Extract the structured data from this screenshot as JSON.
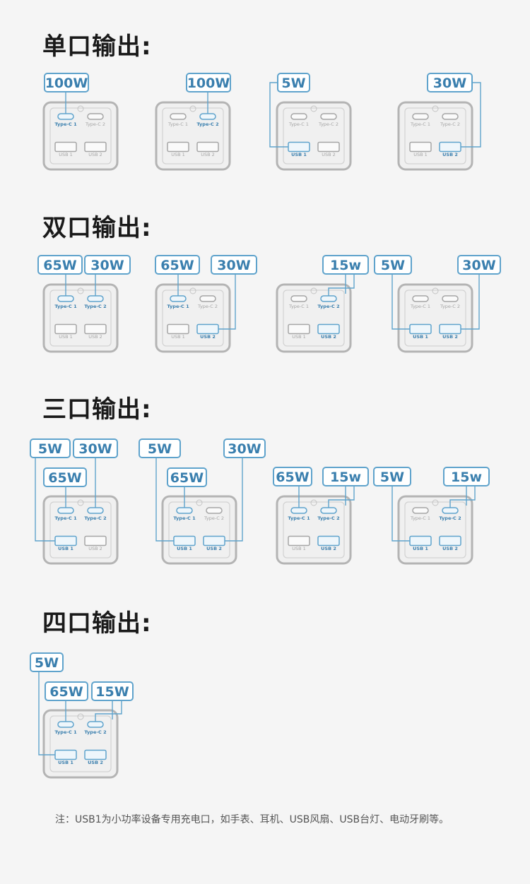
{
  "sections": [
    {
      "title": "单口输出:",
      "diagrams": [
        {
          "badges": [
            "100W"
          ],
          "active": [
            "c1"
          ]
        },
        {
          "badges": [
            "100W"
          ],
          "active": [
            "c2"
          ]
        },
        {
          "badges": [
            "5W"
          ],
          "active": [
            "u1"
          ]
        },
        {
          "badges": [
            "30W"
          ],
          "active": [
            "u2"
          ]
        }
      ]
    },
    {
      "title": "双口输出:",
      "diagrams": [
        {
          "badges": [
            "65W",
            "30W"
          ],
          "active": [
            "c1",
            "c2"
          ]
        },
        {
          "badges": [
            "65W",
            "30W"
          ],
          "active": [
            "c1",
            "u2"
          ]
        },
        {
          "badges": [
            "15w"
          ],
          "active": [
            "c2",
            "u2"
          ]
        },
        {
          "badges": [
            "5W",
            "30W"
          ],
          "active": [
            "u1",
            "u2"
          ]
        }
      ]
    },
    {
      "title": "三口输出:",
      "diagrams": [
        {
          "badges": [
            "5W",
            "30W",
            "65W"
          ],
          "active": [
            "u1",
            "c2",
            "c1"
          ]
        },
        {
          "badges": [
            "5W",
            "30W",
            "65W"
          ],
          "active": [
            "u1",
            "u2",
            "c1"
          ]
        },
        {
          "badges": [
            "65W",
            "15w"
          ],
          "active": [
            "c1",
            "c2",
            "u2"
          ]
        },
        {
          "badges": [
            "5W",
            "15w"
          ],
          "active": [
            "u1",
            "c2",
            "u2"
          ]
        }
      ]
    },
    {
      "title": "四口输出:",
      "diagrams": [
        {
          "badges": [
            "5W",
            "65W",
            "15W"
          ],
          "active": [
            "u1",
            "c1",
            "c2",
            "u2"
          ]
        }
      ]
    }
  ],
  "port_labels": {
    "c1": "Type-C 1",
    "c2": "Type-C 2",
    "u1": "USB 1",
    "u2": "USB 2"
  },
  "colors": {
    "accent": "#5fa3cc",
    "active_text": "#3a7fae",
    "frame": "#b4b4b4",
    "inactive": "#a5a5a5"
  },
  "note": "注：USB1为小功率设备专用充电口，如手表、耳机、USB风扇、USB台灯、电动牙刷等。"
}
